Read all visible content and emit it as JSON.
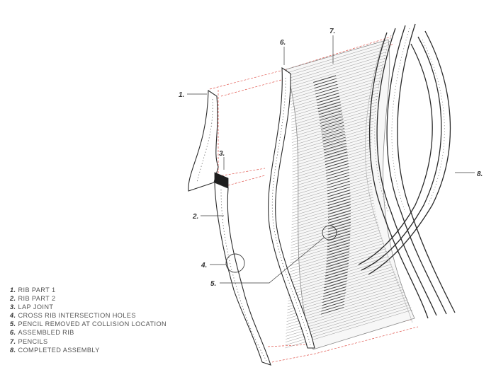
{
  "callouts": [
    {
      "id": "1",
      "label": "1."
    },
    {
      "id": "2",
      "label": "2."
    },
    {
      "id": "3",
      "label": "3."
    },
    {
      "id": "4",
      "label": "4."
    },
    {
      "id": "5",
      "label": "5."
    },
    {
      "id": "6",
      "label": "6."
    },
    {
      "id": "7",
      "label": "7."
    },
    {
      "id": "8",
      "label": "8."
    }
  ],
  "legend": [
    {
      "num": "1.",
      "text": "RIB PART 1"
    },
    {
      "num": "2.",
      "text": "RIB PART 2"
    },
    {
      "num": "3.",
      "text": "LAP JOINT"
    },
    {
      "num": "4.",
      "text": "CROSS RIB INTERSECTION HOLES"
    },
    {
      "num": "5.",
      "text": "PENCIL REMOVED AT COLLISION LOCATION"
    },
    {
      "num": "6.",
      "text": "ASSEMBLED RIB"
    },
    {
      "num": "7.",
      "text": "PENCILS"
    },
    {
      "num": "8.",
      "text": "COMPLETED ASSEMBLY"
    }
  ],
  "colors": {
    "line": "#2a2a2a",
    "thin_line": "#9a9a9a",
    "dashed_guide": "#e0524a",
    "legend_text": "#555555"
  }
}
